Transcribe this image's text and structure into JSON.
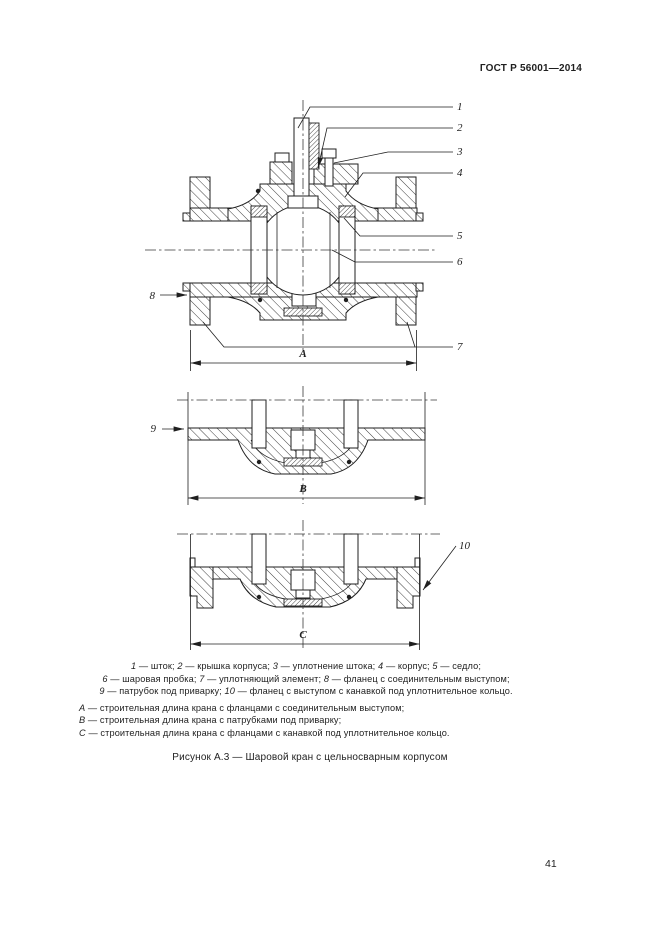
{
  "page": {
    "header": "ГОСТ Р 56001—2014",
    "page_number": "41"
  },
  "figure": {
    "caption": "Рисунок А.3 — Шаровой кран с цельносварным корпусом",
    "legend": {
      "line1": [
        {
          "t": "1",
          "i": true
        },
        {
          "t": " — шток; "
        },
        {
          "t": "2",
          "i": true
        },
        {
          "t": " — крышка корпуса; "
        },
        {
          "t": "3",
          "i": true
        },
        {
          "t": " — уплотнение штока; "
        },
        {
          "t": "4",
          "i": true
        },
        {
          "t": " — корпус; "
        },
        {
          "t": "5",
          "i": true
        },
        {
          "t": " — седло;"
        }
      ],
      "line2": [
        {
          "t": "6",
          "i": true
        },
        {
          "t": " — шаровая пробка; "
        },
        {
          "t": "7",
          "i": true
        },
        {
          "t": " — уплотняющий элемент; "
        },
        {
          "t": "8",
          "i": true
        },
        {
          "t": " — фланец с соединительным выступом;"
        }
      ],
      "line3": [
        {
          "t": "9",
          "i": true
        },
        {
          "t": " — патрубок под приварку; "
        },
        {
          "t": "10",
          "i": true
        },
        {
          "t": " — фланец с выступом с канавкой под уплотнительное кольцо."
        }
      ]
    },
    "notes": {
      "n1": [
        {
          "t": "A",
          "i": true
        },
        {
          "t": " — строительная длина крана с фланцами с соединительным выступом;"
        }
      ],
      "n2": [
        {
          "t": "B",
          "i": true
        },
        {
          "t": " — строительная длина крана с патрубками под приварку;"
        }
      ],
      "n3": [
        {
          "t": "C",
          "i": true
        },
        {
          "t": " — строительная длина крана с фланцами с канавкой под уплотнительное кольцо."
        }
      ]
    },
    "callouts": {
      "c1": "1",
      "c2": "2",
      "c3": "3",
      "c4": "4",
      "c5": "5",
      "c6": "6",
      "c7": "7",
      "c8": "8",
      "c9": "9",
      "c10": "10"
    },
    "dims": {
      "A": "A",
      "B": "B",
      "C": "C"
    }
  }
}
